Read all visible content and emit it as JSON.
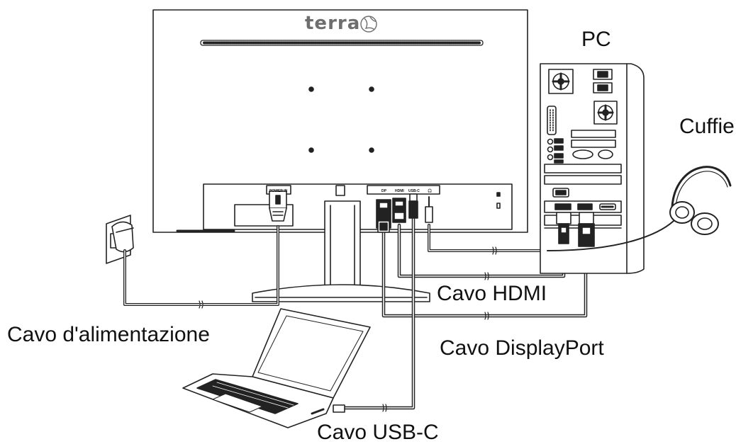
{
  "brand": "terra",
  "labels": {
    "pc": "PC",
    "headphones": "Cuffie",
    "hdmi_cable": "Cavo HDMI",
    "displayport_cable": "Cavo DisplayPort",
    "power_cable": "Cavo d'alimentazione",
    "usbc_cable": "Cavo USB-C"
  },
  "ports": {
    "power": "POWER IN",
    "dp": "DP",
    "hdmi": "HDMI",
    "usbc": "USB-C",
    "audio": "🎧"
  }
}
